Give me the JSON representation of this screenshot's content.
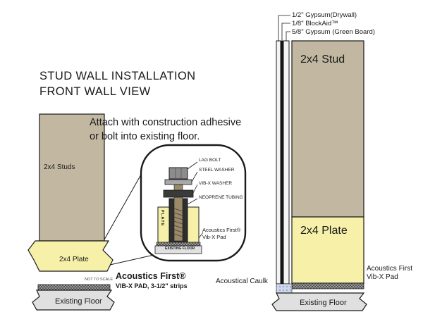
{
  "title": {
    "line1": "STUD WALL  INSTALLATION",
    "line2": "FRONT WALL VIEW"
  },
  "note": {
    "line1": "Attach with construction adhesive",
    "line2": "or bolt into existing floor."
  },
  "left_view": {
    "studs_label": "2x4 Studs",
    "plate_label": "2x4 Plate",
    "scale_note": "NOT TO SCALE",
    "pad_brand": "Acoustics First®",
    "pad_desc": "VIB-X PAD, 3-1/2\" strips",
    "floor_label": "Existing Floor"
  },
  "detail": {
    "lag_bolt": "LAG BOLT",
    "steel_washer": "STEEL WASHER",
    "vibx_washer": "VIB-X WASHER",
    "neoprene": "NEOPRENE TUBING",
    "plate_vertical": "PLATE",
    "pad_line1": "Acoustics First®",
    "pad_line2": "Vib-X Pad",
    "floor_label": "EXISTING FLOOR"
  },
  "right_view": {
    "layer1": "1/2\" Gypsum(Drywall)",
    "layer2": "1/8\" BlockAid™",
    "layer3": "5/8\" Gypsum (Green Board)",
    "stud_label": "2x4 Stud",
    "plate_label": "2x4 Plate",
    "caulk_label": "Acoustical Caulk",
    "pad_line1": "Acoustics First",
    "pad_line2": "Vib-X Pad",
    "floor_label": "Existing Floor"
  },
  "colors": {
    "stud": "#c2b8a2",
    "plate": "#f6f0a8",
    "floor": "#e0e0e0",
    "outline": "#1a1a1a"
  }
}
